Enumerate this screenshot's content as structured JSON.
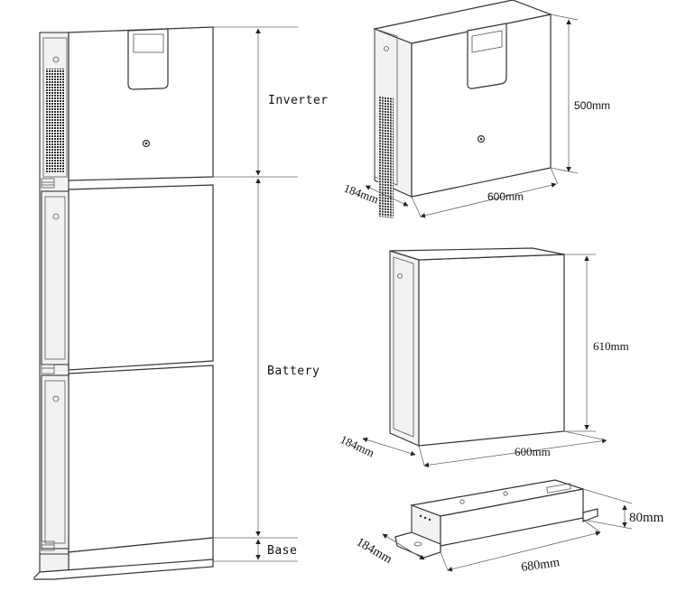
{
  "stack_labels": {
    "inverter": "Inverter",
    "battery": "Battery",
    "base": "Base"
  },
  "inverter_dims": {
    "height": "500mm",
    "width": "600mm",
    "depth": "184mm"
  },
  "battery_dims": {
    "height": "610mm",
    "width": "600mm",
    "depth": "184mm"
  },
  "base_dims": {
    "height": "80mm",
    "width": "680mm",
    "depth": "184mm"
  }
}
